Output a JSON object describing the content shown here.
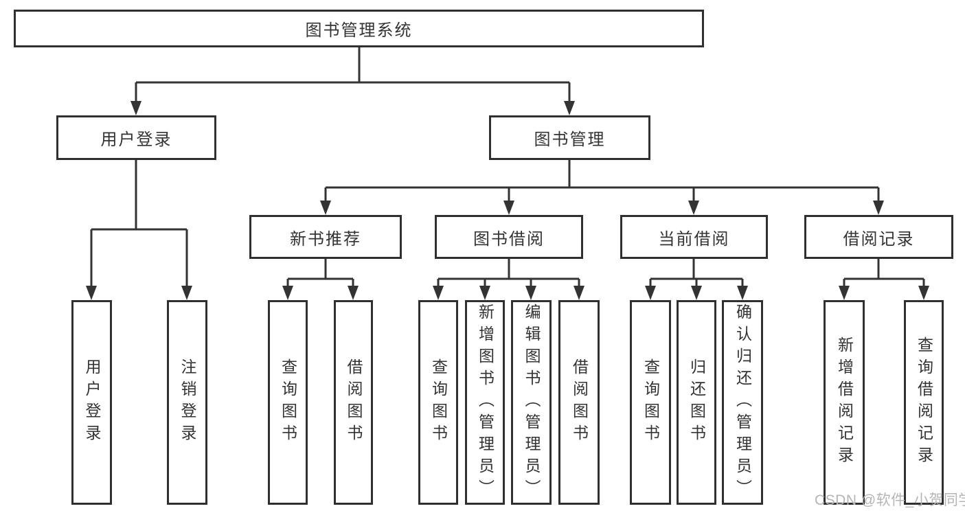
{
  "diagram": {
    "root": {
      "label": "图书管理系统"
    },
    "branches": [
      {
        "label": "用户登录",
        "children": [
          {
            "label": "用户登录"
          },
          {
            "label": "注销登录"
          }
        ]
      },
      {
        "label": "图书管理",
        "children": [
          {
            "label": "新书推荐",
            "children": [
              {
                "label": "查询图书"
              },
              {
                "label": "借阅图书"
              }
            ]
          },
          {
            "label": "图书借阅",
            "children": [
              {
                "label": "查询图书"
              },
              {
                "label": "新增图书（管理员）"
              },
              {
                "label": "编辑图书（管理员）"
              },
              {
                "label": "借阅图书"
              }
            ]
          },
          {
            "label": "当前借阅",
            "children": [
              {
                "label": "查询图书"
              },
              {
                "label": "归还图书"
              },
              {
                "label": "确认归还（管理员）"
              }
            ]
          },
          {
            "label": "借阅记录",
            "children": [
              {
                "label": "新增借阅记录"
              },
              {
                "label": "查询借阅记录"
              }
            ]
          }
        ]
      }
    ]
  },
  "watermark": {
    "text": "CSDN @软件_小贺同学",
    "color": "#b5b5b5"
  },
  "colors": {
    "background": "#ffffff",
    "line": "#333333",
    "box_border": "#2f2f2f",
    "box_background": "#ffffff",
    "text": "#333333"
  }
}
